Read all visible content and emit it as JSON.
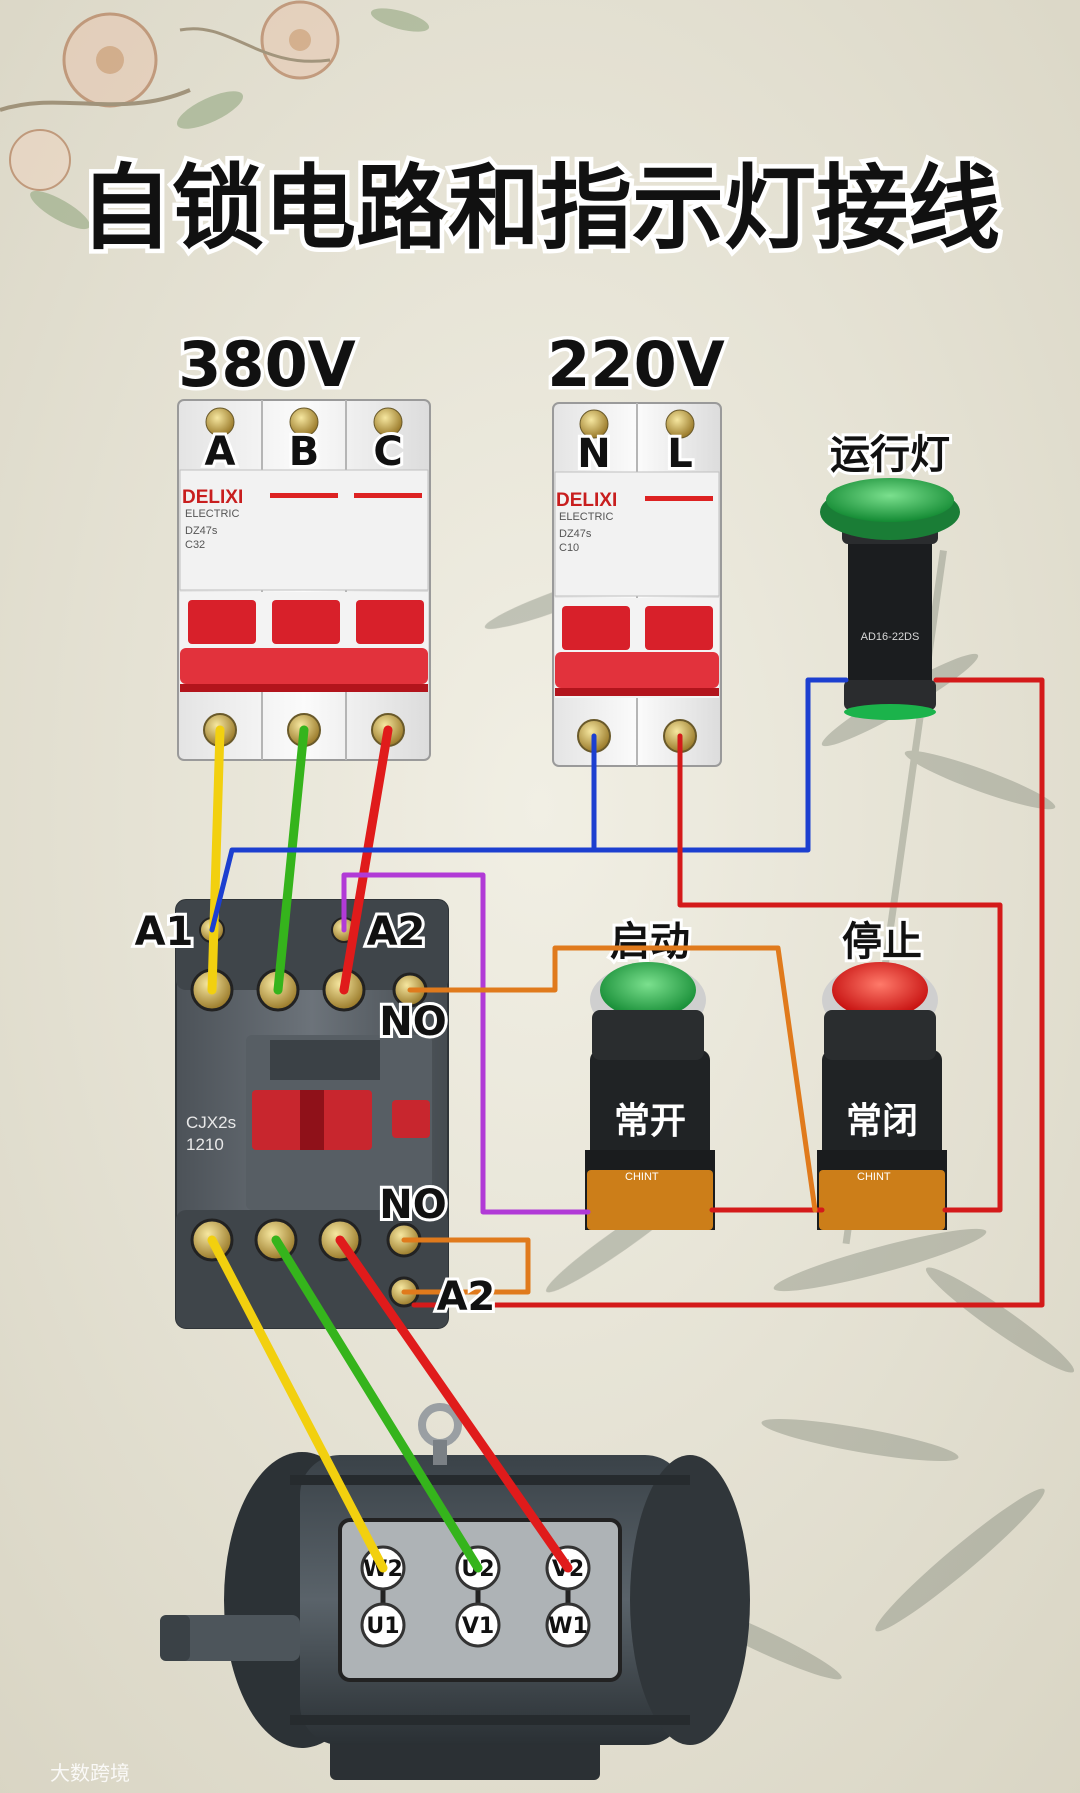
{
  "title": "自锁电路和指示灯接线",
  "voltage_3phase": "380V",
  "voltage_1phase": "220V",
  "breaker_3p": {
    "terminals": [
      "A",
      "B",
      "C"
    ],
    "brand": "DELIXI",
    "brand_sub": "ELECTRIC",
    "model": "DZ47s",
    "rating": "C32"
  },
  "breaker_2p": {
    "terminals": [
      "N",
      "L"
    ],
    "brand": "DELIXI",
    "brand_sub": "ELECTRIC",
    "model": "DZ47s",
    "rating": "C10"
  },
  "indicator_lamp": {
    "label": "运行灯",
    "color": "#1fa34a",
    "model": "AD16-22DS"
  },
  "contactor": {
    "model": "CJX2s",
    "rating": "1210",
    "coil_terminals": [
      "A1",
      "A2"
    ],
    "aux_top": "NO",
    "aux_bottom": "NO",
    "aux_a2": "A2"
  },
  "start_button": {
    "label": "启动",
    "type": "常开",
    "color": "#22a33a",
    "brand": "CHINT"
  },
  "stop_button": {
    "label": "停止",
    "type": "常闭",
    "color": "#e02020",
    "brand": "CHINT"
  },
  "motor_terminals": {
    "top": [
      "W2",
      "U2",
      "V2"
    ],
    "bottom": [
      "U1",
      "V1",
      "W1"
    ]
  },
  "wire_colors": {
    "A": "#f2d00f",
    "B": "#35b41c",
    "C": "#e01b1b",
    "N": "#1c3fd0",
    "L": "#d41a1a",
    "control_purple": "#b13ad6",
    "control_orange": "#e07a1c"
  },
  "watermark": "大数跨境"
}
